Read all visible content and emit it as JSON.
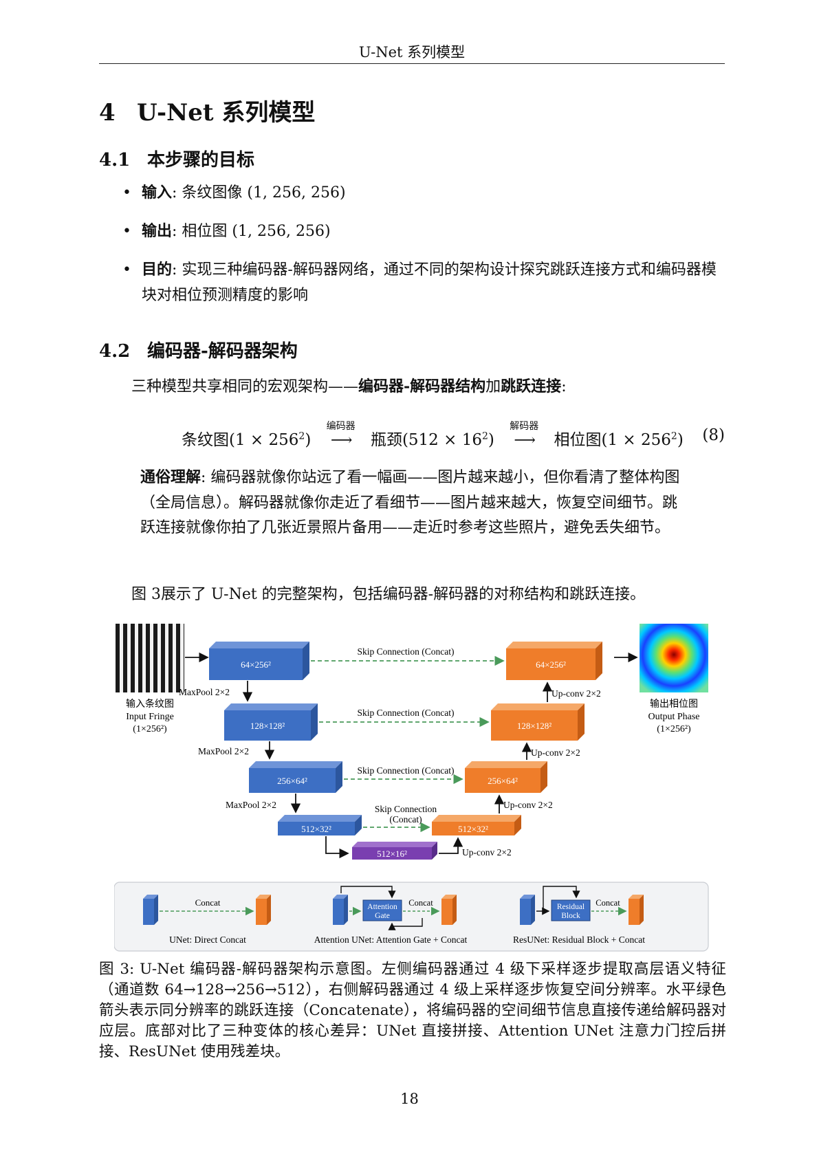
{
  "running_head": "U-Net 系列模型",
  "section": {
    "number": "4",
    "title": "U-Net 系列模型"
  },
  "sub1": {
    "number": "4.1",
    "title": "本步骤的目标"
  },
  "bullets": [
    {
      "label": "输入",
      "sep": ": ",
      "text": "条纹图像 (1, 256, 256)"
    },
    {
      "label": "输出",
      "sep": ": ",
      "text": "相位图 (1, 256, 256)"
    },
    {
      "label": "目的",
      "sep": ": ",
      "text": "实现三种编码器-解码器网络，通过不同的架构设计探究跳跃连接方式和编码器模块对相位预测精度的影响"
    }
  ],
  "sub2": {
    "number": "4.2",
    "title": "编码器-解码器架构"
  },
  "intro": {
    "before": "三种模型共享相同的宏观架构——",
    "bold1": "编码器-解码器结构",
    "mid": "加",
    "bold2": "跳跃连接",
    "after": ":"
  },
  "equation": {
    "part1": "条纹图(1 × 256",
    "part1_sup": "2",
    "part1_end": ")",
    "arrow1_label": "编码器",
    "part2": "瓶颈(512 × 16",
    "part2_sup": "2",
    "part2_end": ")",
    "arrow2_label": "解码器",
    "part3": "相位图(1 × 256",
    "part3_sup": "2",
    "part3_end": ")",
    "number": "(8)"
  },
  "analogy": {
    "label": "通俗理解",
    "text": ": 编码器就像你站远了看一幅画——图片越来越小，但你看清了整体构图（全局信息）。解码器就像你走近了看细节——图片越来越大，恢复空间细节。跳跃连接就像你拍了几张近景照片备用——走近时参考这些照片，避免丢失细节。"
  },
  "fig_ref": "图 3展示了 U-Net 的完整架构，包括编码器-解码器的对称结构和跳跃连接。",
  "figure": {
    "input_label_cn": "输入条纹图",
    "input_label_en": "Input Fringe",
    "input_label_dim": "(1×256²)",
    "output_label_cn": "输出相位图",
    "output_label_en": "Output Phase",
    "output_label_dim": "(1×256²)",
    "enc": [
      "64×256²",
      "128×128²",
      "256×64²",
      "512×32²"
    ],
    "bottleneck": "512×16²",
    "dec": [
      "64×256²",
      "128×128²",
      "256×64²",
      "512×32²"
    ],
    "skip_labels": [
      "Skip Connection (Concat)",
      "Skip Connection (Concat)",
      "Skip Connection (Concat)",
      "Skip Connection",
      "(Concat)"
    ],
    "maxpool": "MaxPool 2×2",
    "upconv": "Up-conv 2×2",
    "variants": [
      {
        "title": "UNet: Direct Concat",
        "concat": "Concat"
      },
      {
        "title": "Attention UNet: Attention Gate + Concat",
        "concat": "Concat",
        "block1": "Attention",
        "block2": "Gate"
      },
      {
        "title": "ResUNet: Residual Block + Concat",
        "concat": "Concat",
        "block1": "Residual",
        "block2": "Block"
      }
    ],
    "colors": {
      "encoder": "#3d6fc4",
      "decoder": "#ef7d2a",
      "bottleneck": "#7a3fb0",
      "skip": "#4a9a5a"
    }
  },
  "caption": "图 3: U-Net 编码器-解码器架构示意图。左侧编码器通过 4 级下采样逐步提取高层语义特征（通道数 64→128→256→512），右侧解码器通过 4 级上采样逐步恢复空间分辨率。水平绿色箭头表示同分辨率的跳跃连接（Concatenate），将编码器的空间细节信息直接传递给解码器对应层。底部对比了三种变体的核心差异：UNet 直接拼接、Attention UNet 注意力门控后拼接、ResUNet 使用残差块。",
  "page_number": "18"
}
